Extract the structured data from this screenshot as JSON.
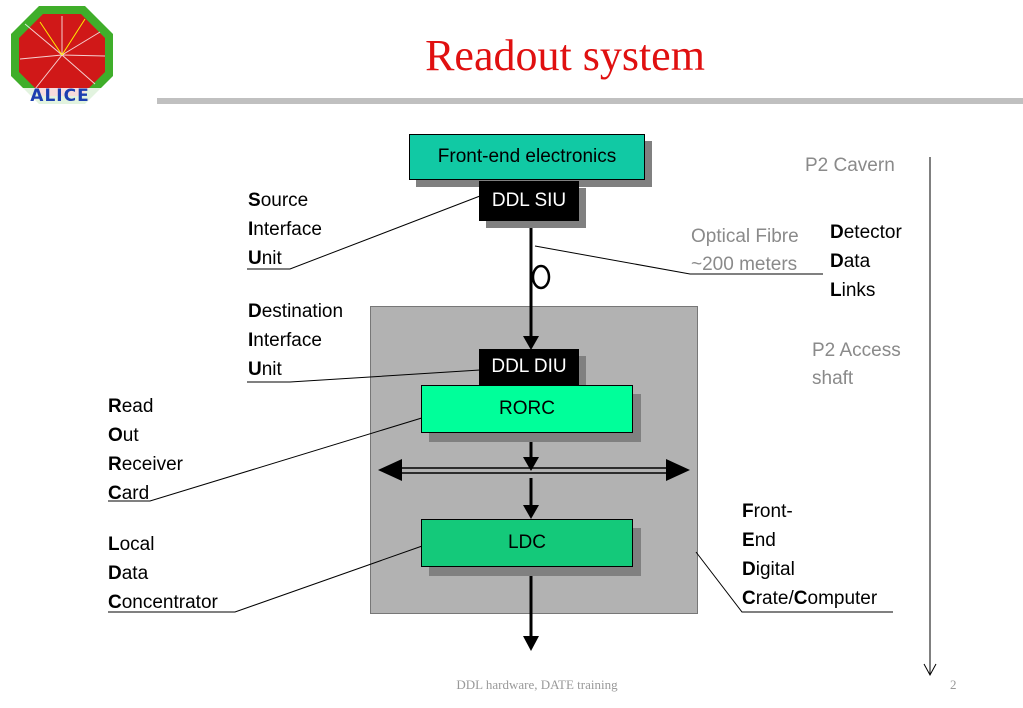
{
  "title": "Readout system",
  "logo": {
    "text": "ALICE"
  },
  "boxes": {
    "front_end": "Front-end electronics",
    "ddl_siu": "DDL SIU",
    "ddl_diu": "DDL DIU",
    "rorc": "RORC",
    "ldc": "LDC"
  },
  "labels": {
    "siu": [
      {
        "b": "S",
        "r": "ource"
      },
      {
        "b": "I",
        "r": "nterface"
      },
      {
        "b": "U",
        "r": "nit"
      }
    ],
    "diu": [
      {
        "b": "D",
        "r": "estination"
      },
      {
        "b": "I",
        "r": "nterface"
      },
      {
        "b": "U",
        "r": "nit"
      }
    ],
    "rorc": [
      {
        "b": "R",
        "r": "ead"
      },
      {
        "b": "O",
        "r": "ut"
      },
      {
        "b": "R",
        "r": "eceiver"
      },
      {
        "b": "C",
        "r": "ard"
      }
    ],
    "ldc": [
      {
        "b": "L",
        "r": "ocal"
      },
      {
        "b": "D",
        "r": "ata"
      },
      {
        "b": "C",
        "r": "oncentrator"
      }
    ],
    "ddl": [
      {
        "b": "D",
        "r": "etector"
      },
      {
        "b": "D",
        "r": "ata"
      },
      {
        "b": "L",
        "r": "inks"
      }
    ],
    "fedc": {
      "l1b": "F",
      "l1r": "ront-",
      "l2b": "E",
      "l2r": "nd",
      "l3b": "D",
      "l3r": "igital",
      "l4b": "C",
      "l4r": "rate/",
      "l4b2": "C",
      "l4r2": "omputer"
    }
  },
  "gray_labels": {
    "p2_cavern": "P2 Cavern",
    "optical_1": "Optical Fibre",
    "optical_2": "~200 meters",
    "p2_access_1": "P2 Access",
    "p2_access_2": "shaft"
  },
  "footer": {
    "text": "DDL hardware, DATE training",
    "page": "2"
  },
  "colors": {
    "title": "#e01010",
    "front_end": "#11c9a4",
    "rorc": "#00ff9a",
    "ldc": "#14c97a",
    "gray_panel": "#b2b2b2",
    "gray_text": "#8a8a8a"
  }
}
